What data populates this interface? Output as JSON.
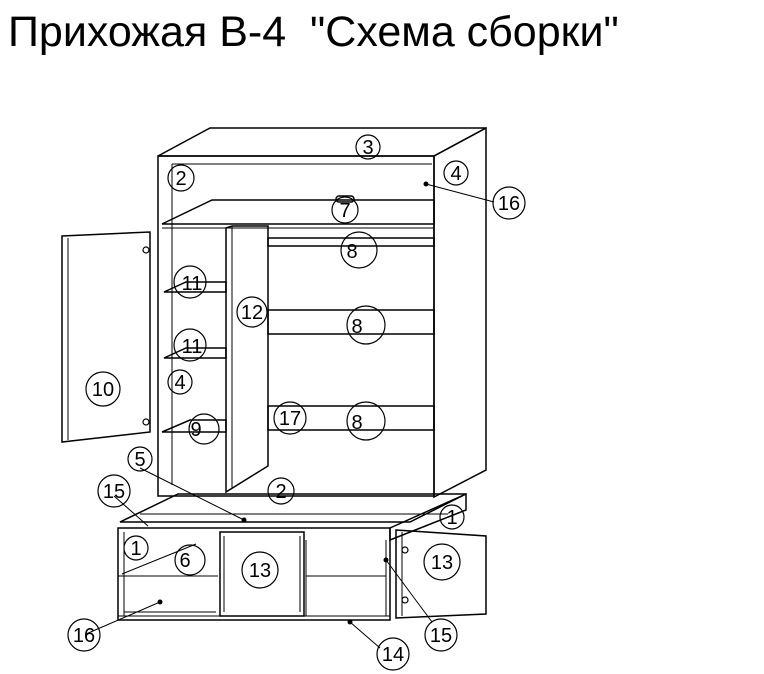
{
  "title": "Прихожая В-4  \"Схема сборки\"",
  "callouts": [
    "3",
    "2",
    "4",
    "16",
    "7",
    "8",
    "11",
    "12",
    "8",
    "11",
    "4",
    "10",
    "9",
    "17",
    "8",
    "5",
    "2",
    "15",
    "1",
    "1",
    "6",
    "13",
    "13",
    "16",
    "14",
    "15"
  ],
  "colors": {
    "ink": "#000000",
    "paper": "#ffffff"
  }
}
